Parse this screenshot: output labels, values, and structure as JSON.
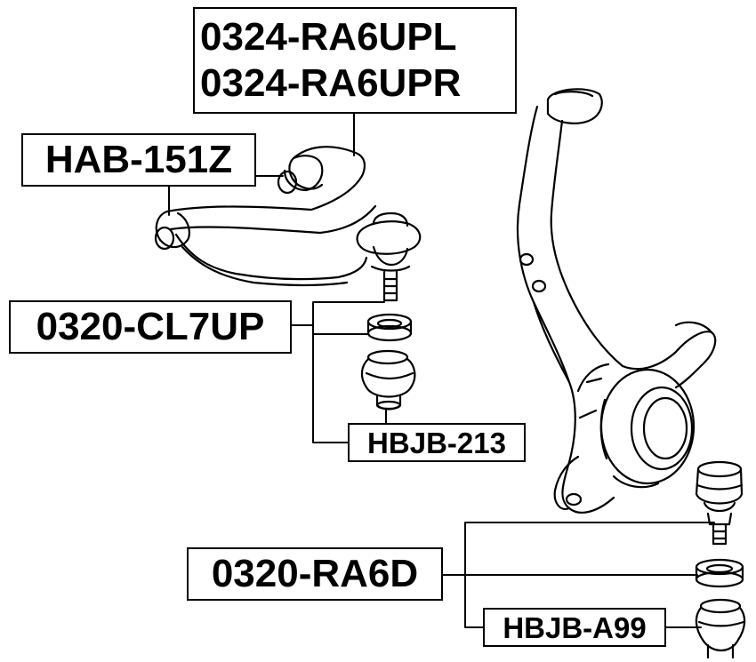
{
  "labels": {
    "upper_arm_left": "0324-RA6UPL",
    "upper_arm_right": "0324-RA6UPR",
    "arm_bushing": "HAB-151Z",
    "upper_ball_joint": "0320-CL7UP",
    "upper_boot": "HBJB-213",
    "lower_ball_joint": "0320-RA6D",
    "lower_boot": "HBJB-A99"
  },
  "colors": {
    "line": "#000000",
    "background": "#ffffff"
  }
}
